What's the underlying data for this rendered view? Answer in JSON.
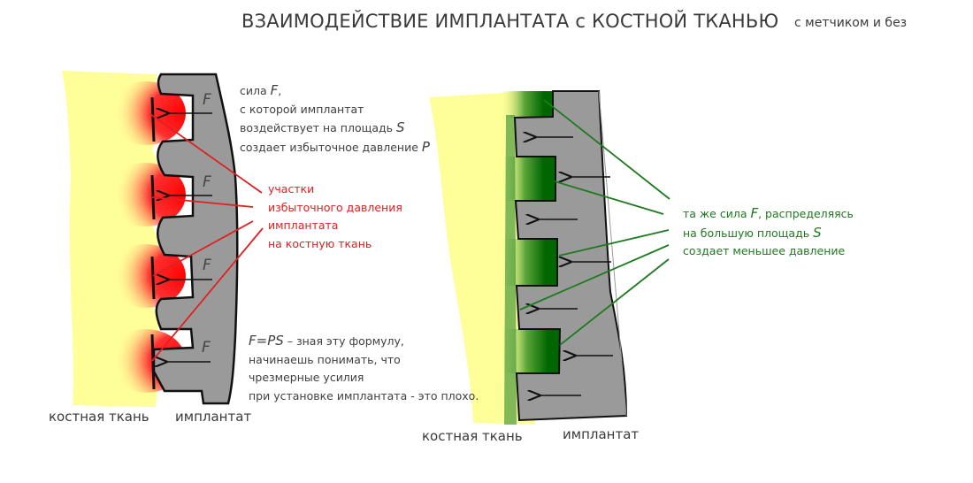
{
  "title": "ВЗАИМОДЕЙСТВИЕ ИМПЛАНТАТА с КОСТНОЙ ТКАНЬЮ",
  "subtitle": "с метчиком и без",
  "left_diagram": {
    "force_label": "F",
    "caption_bone": "костная ткань",
    "caption_implant": "имплантат",
    "force_text": {
      "line1": "сила ",
      "line1_var": "F",
      "line1_end": ",",
      "line2": "с которой имплантат",
      "line3": "воздействует на площадь ",
      "line3_var": "S",
      "line4": "создает избыточное давление ",
      "line4_var": "P"
    },
    "pressure_label": [
      "участки",
      "избыточного давления",
      "имплантата",
      "на костную ткань"
    ],
    "formula": {
      "eq": "F=PS",
      "line1": " – зная эту формулу,",
      "line2": "начинаешь понимать, что",
      "line3": "чрезмерные усилия",
      "line4": "при установке имплантата - это плохо."
    }
  },
  "right_diagram": {
    "caption_bone": "костная ткань",
    "caption_implant": "имплантат",
    "text": {
      "line1": "та же сила ",
      "line1_var": "F",
      "line1_end": ", распределяясь",
      "line2": "на большую площадь ",
      "line2_var": "S",
      "line3": "создает меньшее давление"
    }
  },
  "colors": {
    "bone": "#ffff99",
    "implant": "#9a9a9a",
    "high_pressure": "#ff1a1a",
    "low_pressure": "#006600",
    "red_text": "#e02020",
    "green_text": "#1e7a1e"
  }
}
